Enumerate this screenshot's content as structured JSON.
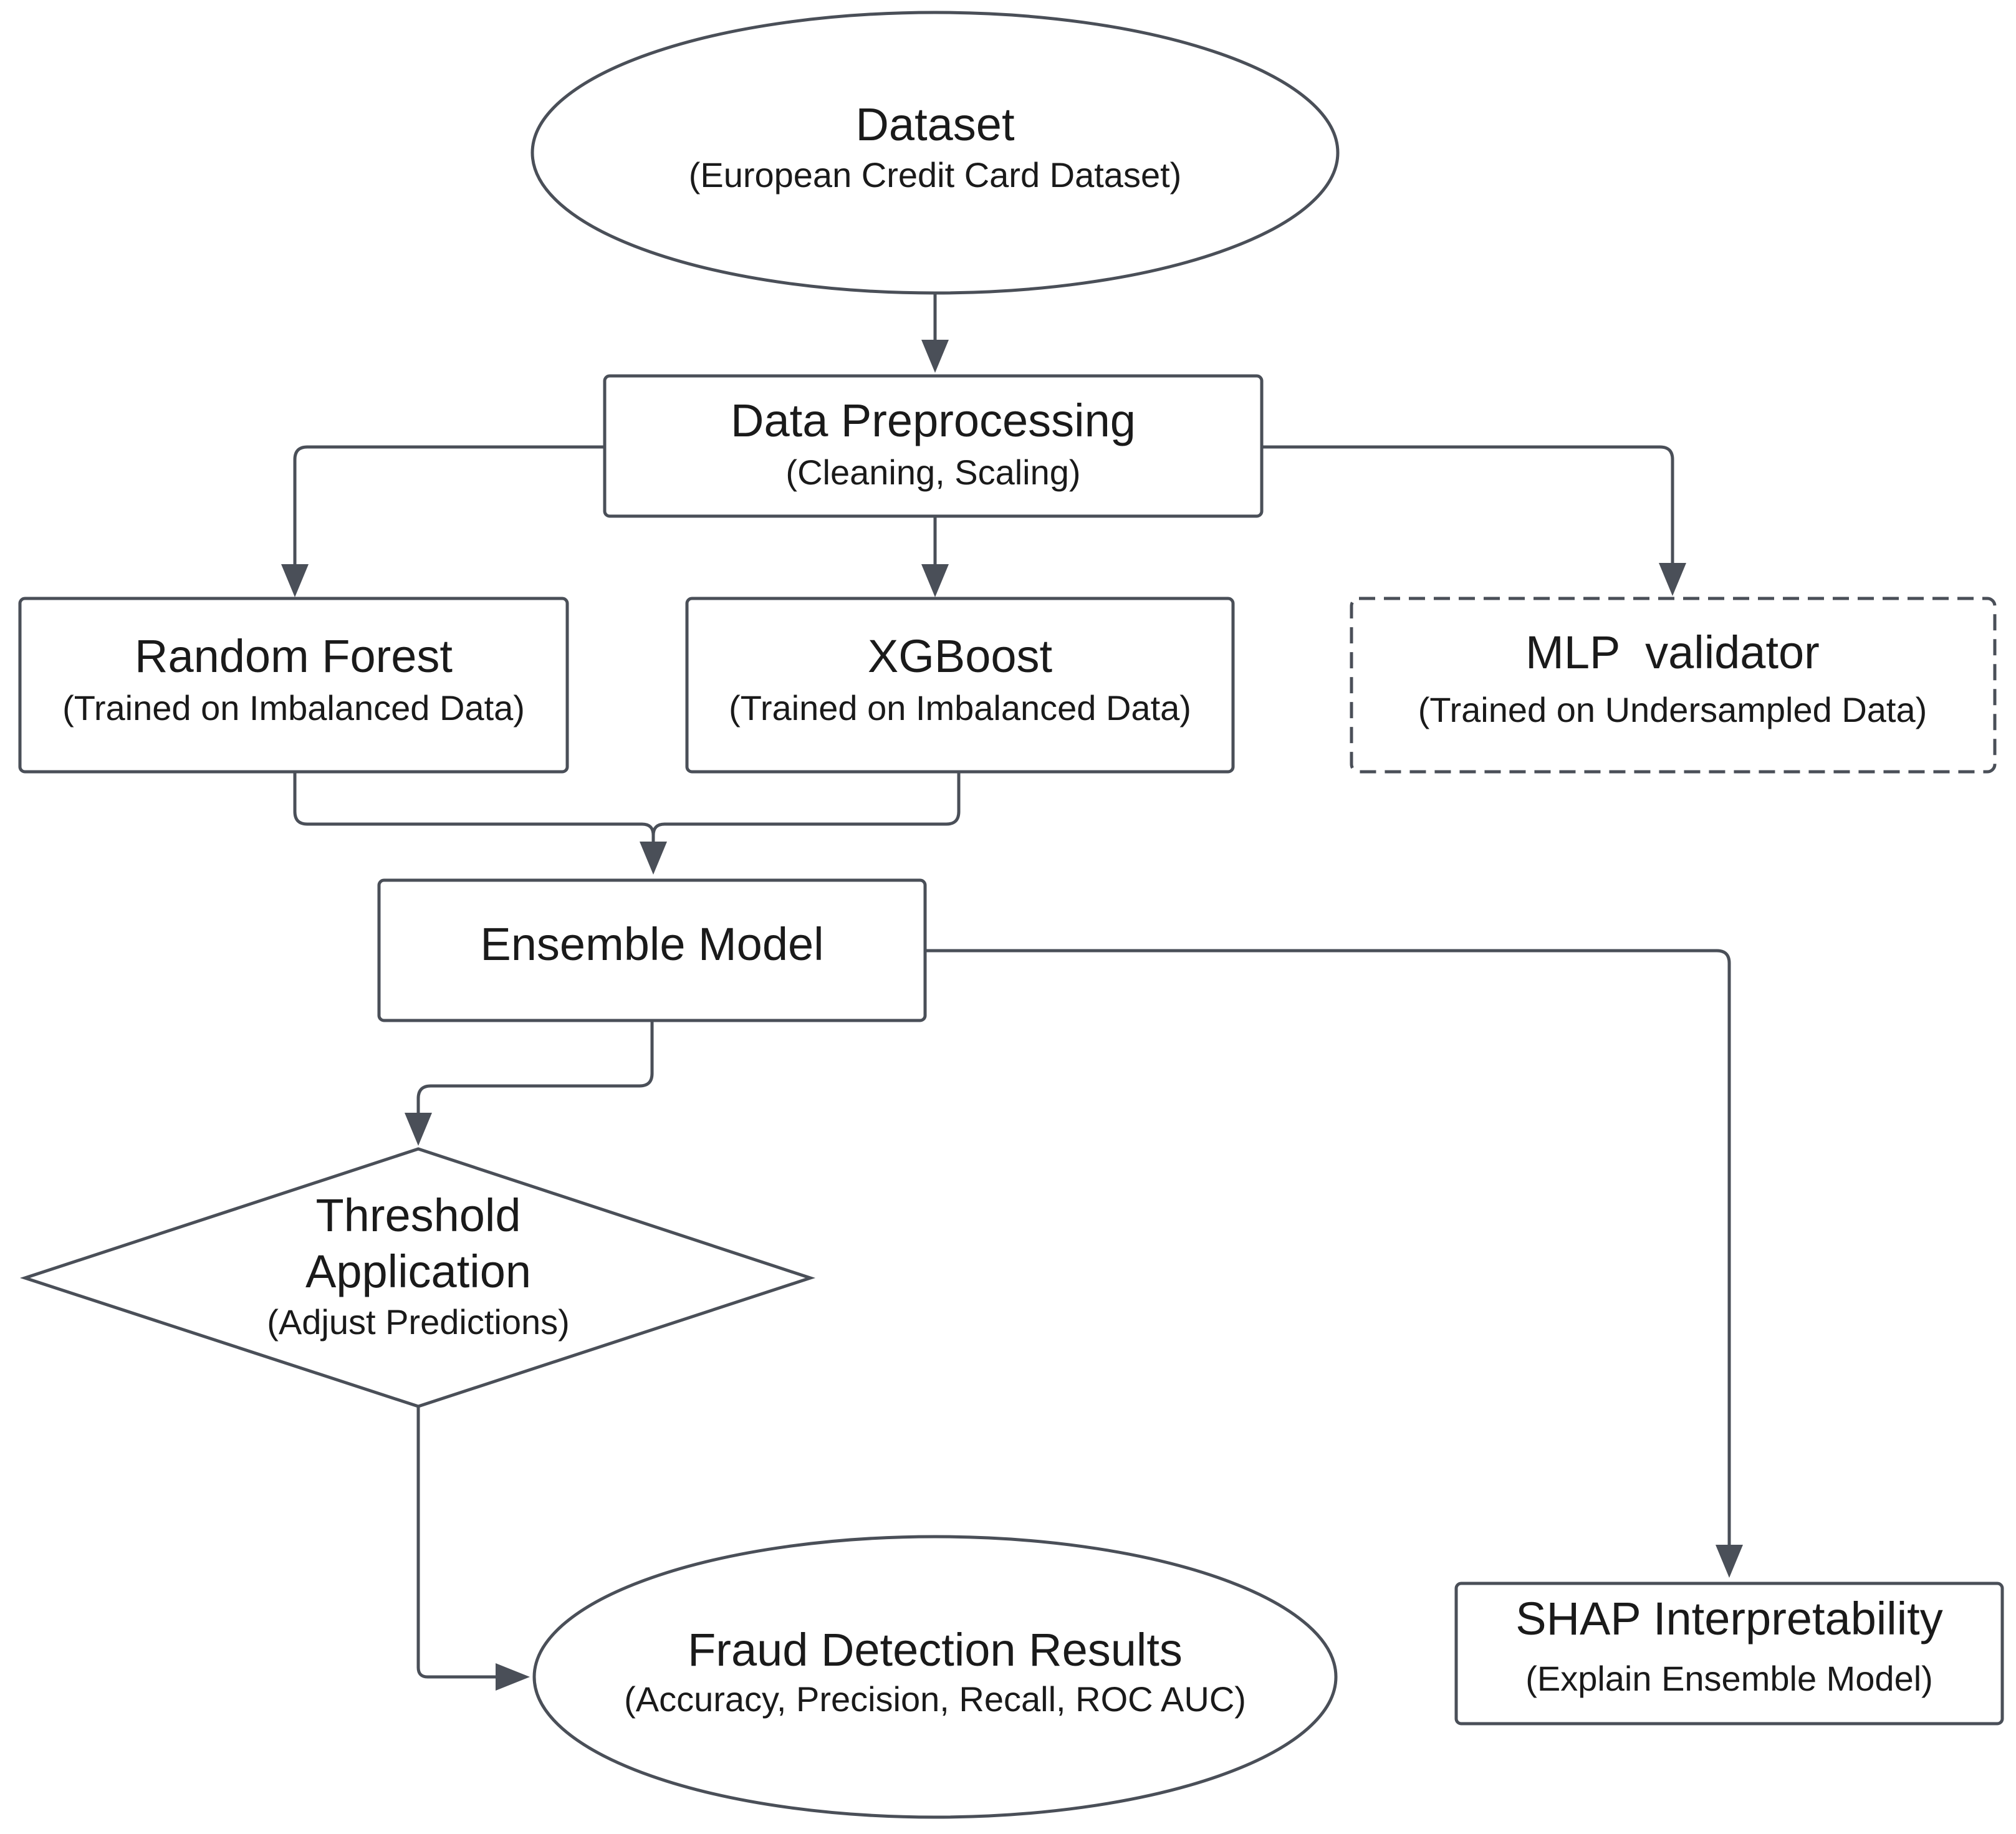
{
  "nodes": {
    "dataset": {
      "title": "Dataset",
      "subtitle": "(European Credit Card Dataset)"
    },
    "preprocessing": {
      "title": "Data Preprocessing",
      "subtitle": "(Cleaning, Scaling)"
    },
    "random_forest": {
      "title": "Random Forest",
      "subtitle": "(Trained on Imbalanced Data)"
    },
    "xgboost": {
      "title": "XGBoost",
      "subtitle": "(Trained on Imbalanced Data)"
    },
    "mlp": {
      "title": "MLP  validator",
      "subtitle": "(Trained on Undersampled Data)"
    },
    "ensemble": {
      "title": "Ensemble Model"
    },
    "threshold": {
      "title_line1": "Threshold",
      "title_line2": "Application",
      "subtitle": "(Adjust Predictions)"
    },
    "results": {
      "title": "Fraud Detection Results",
      "subtitle": "(Accuracy, Precision, Recall, ROC AUC)"
    },
    "shap": {
      "title": "SHAP Interpretability",
      "subtitle": "(Explain Ensemble Model)"
    }
  },
  "colors": {
    "stroke": "#4a4f58",
    "text": "#1a1a1a",
    "background": "#ffffff"
  }
}
